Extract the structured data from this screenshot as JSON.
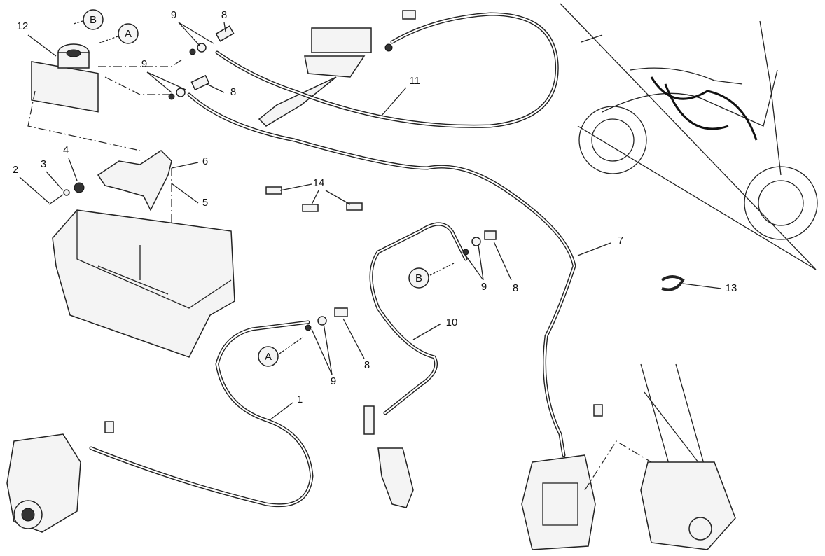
{
  "callouts": [
    {
      "id": "c12",
      "text": "12"
    },
    {
      "id": "c9a",
      "text": "9"
    },
    {
      "id": "c8a",
      "text": "8"
    },
    {
      "id": "c9b",
      "text": "9"
    },
    {
      "id": "c8b",
      "text": "8"
    },
    {
      "id": "c11",
      "text": "11"
    },
    {
      "id": "c2",
      "text": "2"
    },
    {
      "id": "c3",
      "text": "3"
    },
    {
      "id": "c4",
      "text": "4"
    },
    {
      "id": "c6",
      "text": "6"
    },
    {
      "id": "c5",
      "text": "5"
    },
    {
      "id": "c14",
      "text": "14"
    },
    {
      "id": "c7",
      "text": "7"
    },
    {
      "id": "c9c",
      "text": "9"
    },
    {
      "id": "c8c",
      "text": "8"
    },
    {
      "id": "c13",
      "text": "13"
    },
    {
      "id": "c10",
      "text": "10"
    },
    {
      "id": "c9d",
      "text": "9"
    },
    {
      "id": "c8d",
      "text": "8"
    },
    {
      "id": "c1",
      "text": "1"
    }
  ],
  "refs": {
    "b_top": "B",
    "a_top": "A",
    "b_mid": "B",
    "a_mid": "A"
  }
}
